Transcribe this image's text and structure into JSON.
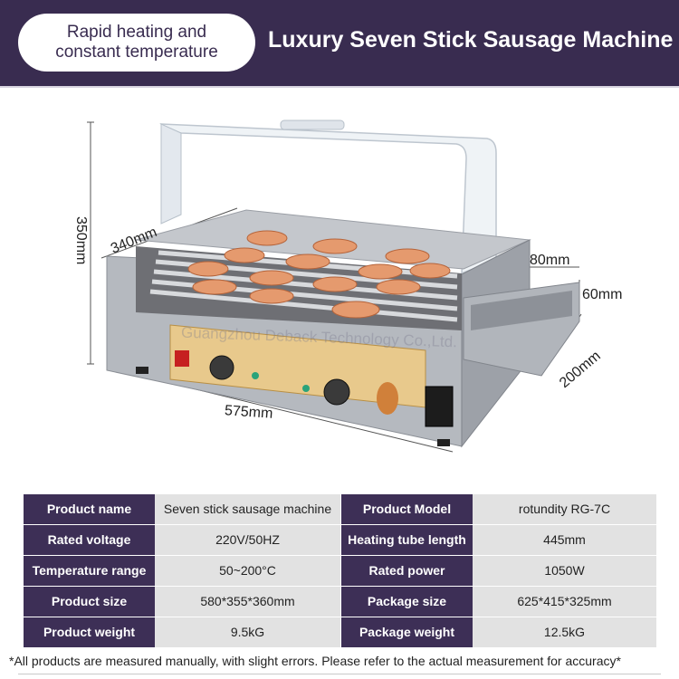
{
  "header": {
    "badge_line1": "Rapid heating and",
    "badge_line2": "constant temperature",
    "title": "Luxury Seven Stick Sausage Machine"
  },
  "dimensions": {
    "height": "350mm",
    "depth": "340mm",
    "width": "575mm",
    "tray_length": "80mm",
    "tray_height": "60mm",
    "tray_depth": "200mm"
  },
  "watermark": "Guangzhou Deback Technology Co.,Ltd.",
  "specs": [
    {
      "label1": "Product name",
      "value1": "Seven stick sausage machine",
      "label2": "Product Model",
      "value2": "rotundity RG-7C"
    },
    {
      "label1": "Rated voltage",
      "value1": "220V/50HZ",
      "label2": "Heating tube length",
      "value2": "445mm"
    },
    {
      "label1": "Temperature range",
      "value1": "50~200°C",
      "label2": "Rated power",
      "value2": "1050W"
    },
    {
      "label1": "Product size",
      "value1": "580*355*360mm",
      "label2": "Package size",
      "value2": "625*415*325mm"
    },
    {
      "label1": "Product weight",
      "value1": "9.5kG",
      "label2": "Package weight",
      "value2": "12.5kG"
    }
  ],
  "note": "*All products are measured manually, with slight errors. Please refer to the actual measurement for accuracy*"
}
